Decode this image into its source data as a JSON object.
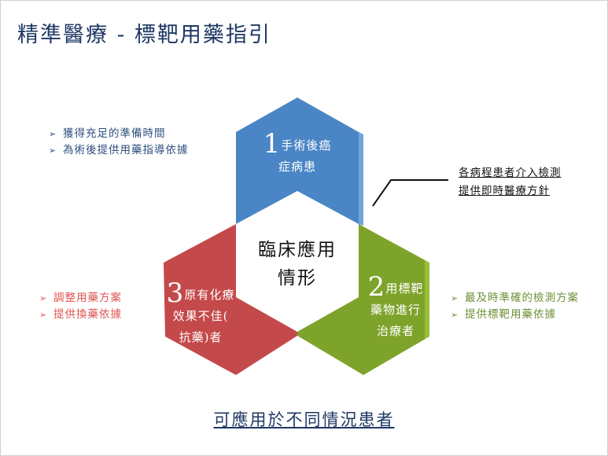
{
  "title": "精準醫療 - 標靶用藥指引",
  "center": {
    "line1": "臨床應用",
    "line2": "情形"
  },
  "hexes": [
    {
      "number": "1",
      "line1": "手術後癌",
      "line2": "症病患",
      "color": "#4a86c5"
    },
    {
      "number": "2",
      "line1": "用標靶",
      "line2": "藥物進行",
      "line3": "治療者",
      "color": "#7ea32b"
    },
    {
      "number": "3",
      "line1": "原有化療",
      "line2": "效果不佳(",
      "line3": "抗藥)者",
      "color": "#c4494a"
    }
  ],
  "bullets_blue": [
    "獲得充足的準備時間",
    "為術後提供用藥指導依據"
  ],
  "bullets_red": [
    "調整用藥方案",
    "提供換藥依據"
  ],
  "bullets_green": [
    "最及時準確的檢測方案",
    "提供標靶用藥依據"
  ],
  "callout": [
    "各病程患者介入檢測",
    "提供即時醫療方針"
  ],
  "footer": "可應用於不同情況患者",
  "colors": {
    "blue_text": "#2e4f7f",
    "red_text": "#e0524f",
    "green_text": "#6e8f34",
    "title": "#1f3864"
  }
}
